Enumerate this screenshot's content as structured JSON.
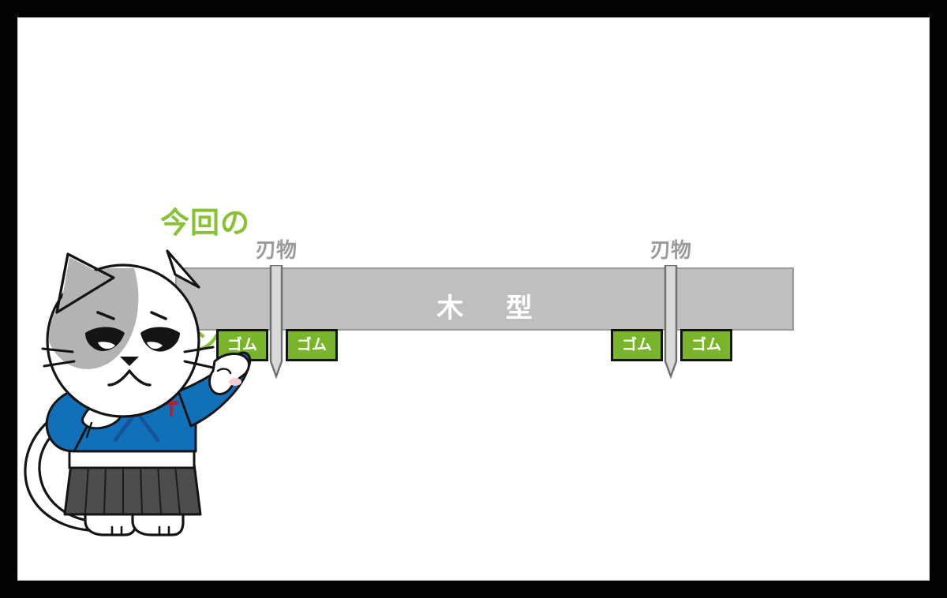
{
  "page": {
    "background_color": "#ffffff",
    "frame_color": "#030303"
  },
  "headline": {
    "line1": "今回の",
    "line2": "ポイント！",
    "color": "#86c232"
  },
  "diagram": {
    "mold": {
      "label": "木 型",
      "fill_color": "#bfbfbf",
      "border_color": "#9a9a9a",
      "text_color": "#ffffff"
    },
    "blades": [
      {
        "label": "刃物",
        "side": "left",
        "color": "#d9d9d9",
        "outline_color": "#6f6f6f"
      },
      {
        "label": "刃物",
        "side": "right",
        "color": "#d9d9d9",
        "outline_color": "#6f6f6f"
      }
    ],
    "rubber_blocks": [
      {
        "label": "ゴム",
        "position": "left-outer"
      },
      {
        "label": "ゴム",
        "position": "left-inner"
      },
      {
        "label": "ゴム",
        "position": "right-inner"
      },
      {
        "label": "ゴム",
        "position": "right-outer"
      }
    ],
    "rubber_style": {
      "fill_color": "#79b52a",
      "border_color": "#141414",
      "text_color": "#ffffff"
    },
    "label_color": "#9a9a9a"
  },
  "mascot": {
    "name": "pointing-cat-mascot",
    "description": "cat character in blue kimono with gray hakama pointing right",
    "colors": {
      "body": "#ffffff",
      "outline": "#141414",
      "face_patch": "#b3b3b3",
      "kimono": "#1270b9",
      "kimono_dark": "#17559a",
      "hakama": "#4d4d4d",
      "obi": "#ffffff",
      "emblem": "#a8243c",
      "blush": "#f6cdd6"
    }
  }
}
